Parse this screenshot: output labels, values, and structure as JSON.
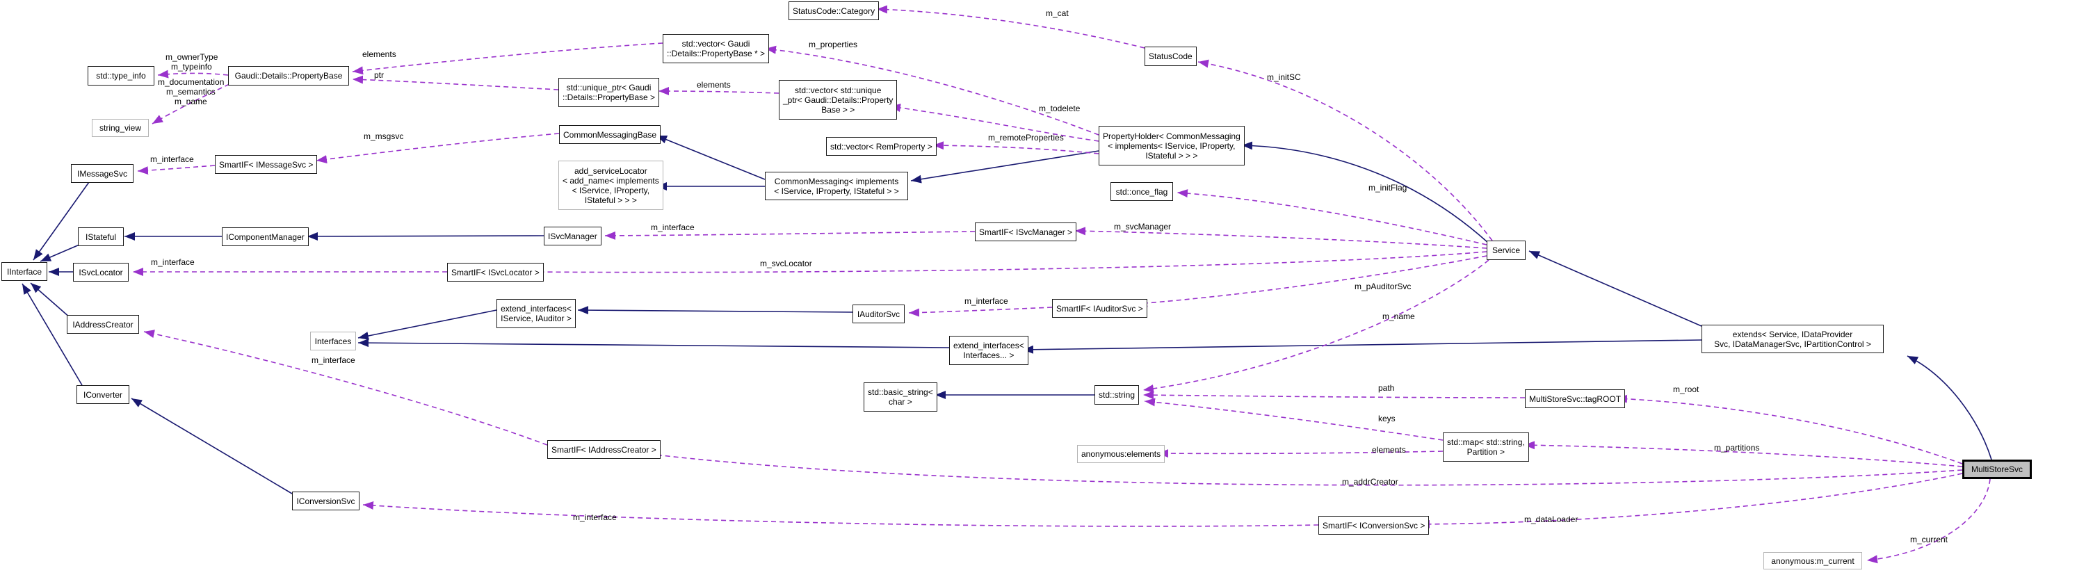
{
  "diagram_type": "doxygen-collaboration-graph",
  "colors": {
    "inheritance_edge": "#191970",
    "usage_edge": "#9932cc",
    "highlight_fill": "#bfbfbf",
    "node_border": "#1a1a1a",
    "background": "#ffffff"
  },
  "nodes": {
    "std_type_info": {
      "label": "std::type_info"
    },
    "string_view": {
      "label": "string_view"
    },
    "imessagesvc": {
      "label": "IMessageSvc"
    },
    "istateful": {
      "label": "IStateful"
    },
    "iinterface": {
      "label": "IInterface"
    },
    "isvclocator": {
      "label": "ISvcLocator"
    },
    "iaddresscreator": {
      "label": "IAddressCreator"
    },
    "iconverter": {
      "label": "IConverter"
    },
    "property_base": {
      "label": "Gaudi::Details::PropertyBase"
    },
    "smartif_imessagesvc": {
      "label": "SmartIF< IMessageSvc >"
    },
    "icomponentmanager": {
      "label": "IComponentManager"
    },
    "smartif_isvclocator": {
      "label": "SmartIF< ISvcLocator >"
    },
    "interfaces": {
      "label": "Interfaces"
    },
    "iconversionsvc": {
      "label": "IConversionSvc"
    },
    "vector_propertybase_ptr": {
      "label": "std::vector< Gaudi\n::Details::PropertyBase * >"
    },
    "unique_ptr_propertybase": {
      "label": "std::unique_ptr< Gaudi\n::Details::PropertyBase >"
    },
    "vector_unique_ptr": {
      "label": "std::vector< std::unique\n_ptr< Gaudi::Details::Property\nBase > >"
    },
    "commonmessagingbase": {
      "label": "CommonMessagingBase"
    },
    "add_servicelocator": {
      "label": "add_serviceLocator\n< add_name< implements\n< IService, IProperty,\nIStateful > > >"
    },
    "commonmessaging_impl": {
      "label": "CommonMessaging< implements\n< IService, IProperty, IStateful > >"
    },
    "vector_remproperty": {
      "label": "std::vector< RemProperty >"
    },
    "isvcmanager": {
      "label": "ISvcManager"
    },
    "extend_if_svc_aud": {
      "label": "extend_interfaces<\nIService, IAuditor >"
    },
    "smartif_iaddresscreator": {
      "label": "SmartIF< IAddressCreator >"
    },
    "statuscode_category": {
      "label": "StatusCode::Category"
    },
    "statuscode": {
      "label": "StatusCode"
    },
    "propertyholder": {
      "label": "PropertyHolder< CommonMessaging\n< implements< IService, IProperty,\nIStateful > > >"
    },
    "std_once_flag": {
      "label": "std::once_flag"
    },
    "smartif_isvcmanager": {
      "label": "SmartIF< ISvcManager >"
    },
    "iauditorsvc": {
      "label": "IAuditorSvc"
    },
    "smartif_iauditorsvc": {
      "label": "SmartIF< IAuditorSvc >"
    },
    "extend_if_interfaces": {
      "label": "extend_interfaces<\nInterfaces... >"
    },
    "basic_string_char": {
      "label": "std::basic_string<\nchar >"
    },
    "std_string": {
      "label": "std::string"
    },
    "anonymous_elements": {
      "label": "anonymous:elements"
    },
    "smartif_iconversionsvc": {
      "label": "SmartIF< IConversionSvc >"
    },
    "service": {
      "label": "Service"
    },
    "extends_box": {
      "label": "extends< Service, IDataProvider\nSvc, IDataManagerSvc, IPartitionControl >"
    },
    "tagroot": {
      "label": "MultiStoreSvc::tagROOT"
    },
    "std_map": {
      "label": "std::map< std::string,\nPartition >"
    },
    "multistoresvc": {
      "label": "MultiStoreSvc"
    },
    "anonymous_m_current": {
      "label": "anonymous:m_current"
    }
  },
  "edge_labels": {
    "m_ownerType": "m_ownerType",
    "m_typeinfo": "m_typeinfo",
    "m_documentation": "m_documentation",
    "m_semantics": "m_semantics",
    "m_name_pb": "m_name",
    "elements_vec_ptr": "elements",
    "ptr": "ptr",
    "m_msgsvc": "m_msgsvc",
    "m_interface_msg": "m_interface",
    "m_properties": "m_properties",
    "elements_unique": "elements",
    "m_cat": "m_cat",
    "m_initSC": "m_initSC",
    "m_todelete": "m_todelete",
    "m_remoteProperties": "m_remoteProperties",
    "m_initFlag": "m_initFlag",
    "m_interface_svcmgr": "m_interface",
    "m_svcManager": "m_svcManager",
    "m_interface_svcloc": "m_interface",
    "m_svcLocator": "m_svcLocator",
    "m_interface_addr": "m_interface",
    "m_interface_aud": "m_interface",
    "m_pAuditorSvc": "m_pAuditorSvc",
    "m_name_svc": "m_name",
    "path": "path",
    "m_root": "m_root",
    "keys": "keys",
    "elements_map": "elements",
    "m_partitions": "m_partitions",
    "m_addrCreator": "m_addrCreator",
    "m_dataLoader": "m_dataLoader",
    "m_interface_conv": "m_interface",
    "m_current": "m_current"
  }
}
